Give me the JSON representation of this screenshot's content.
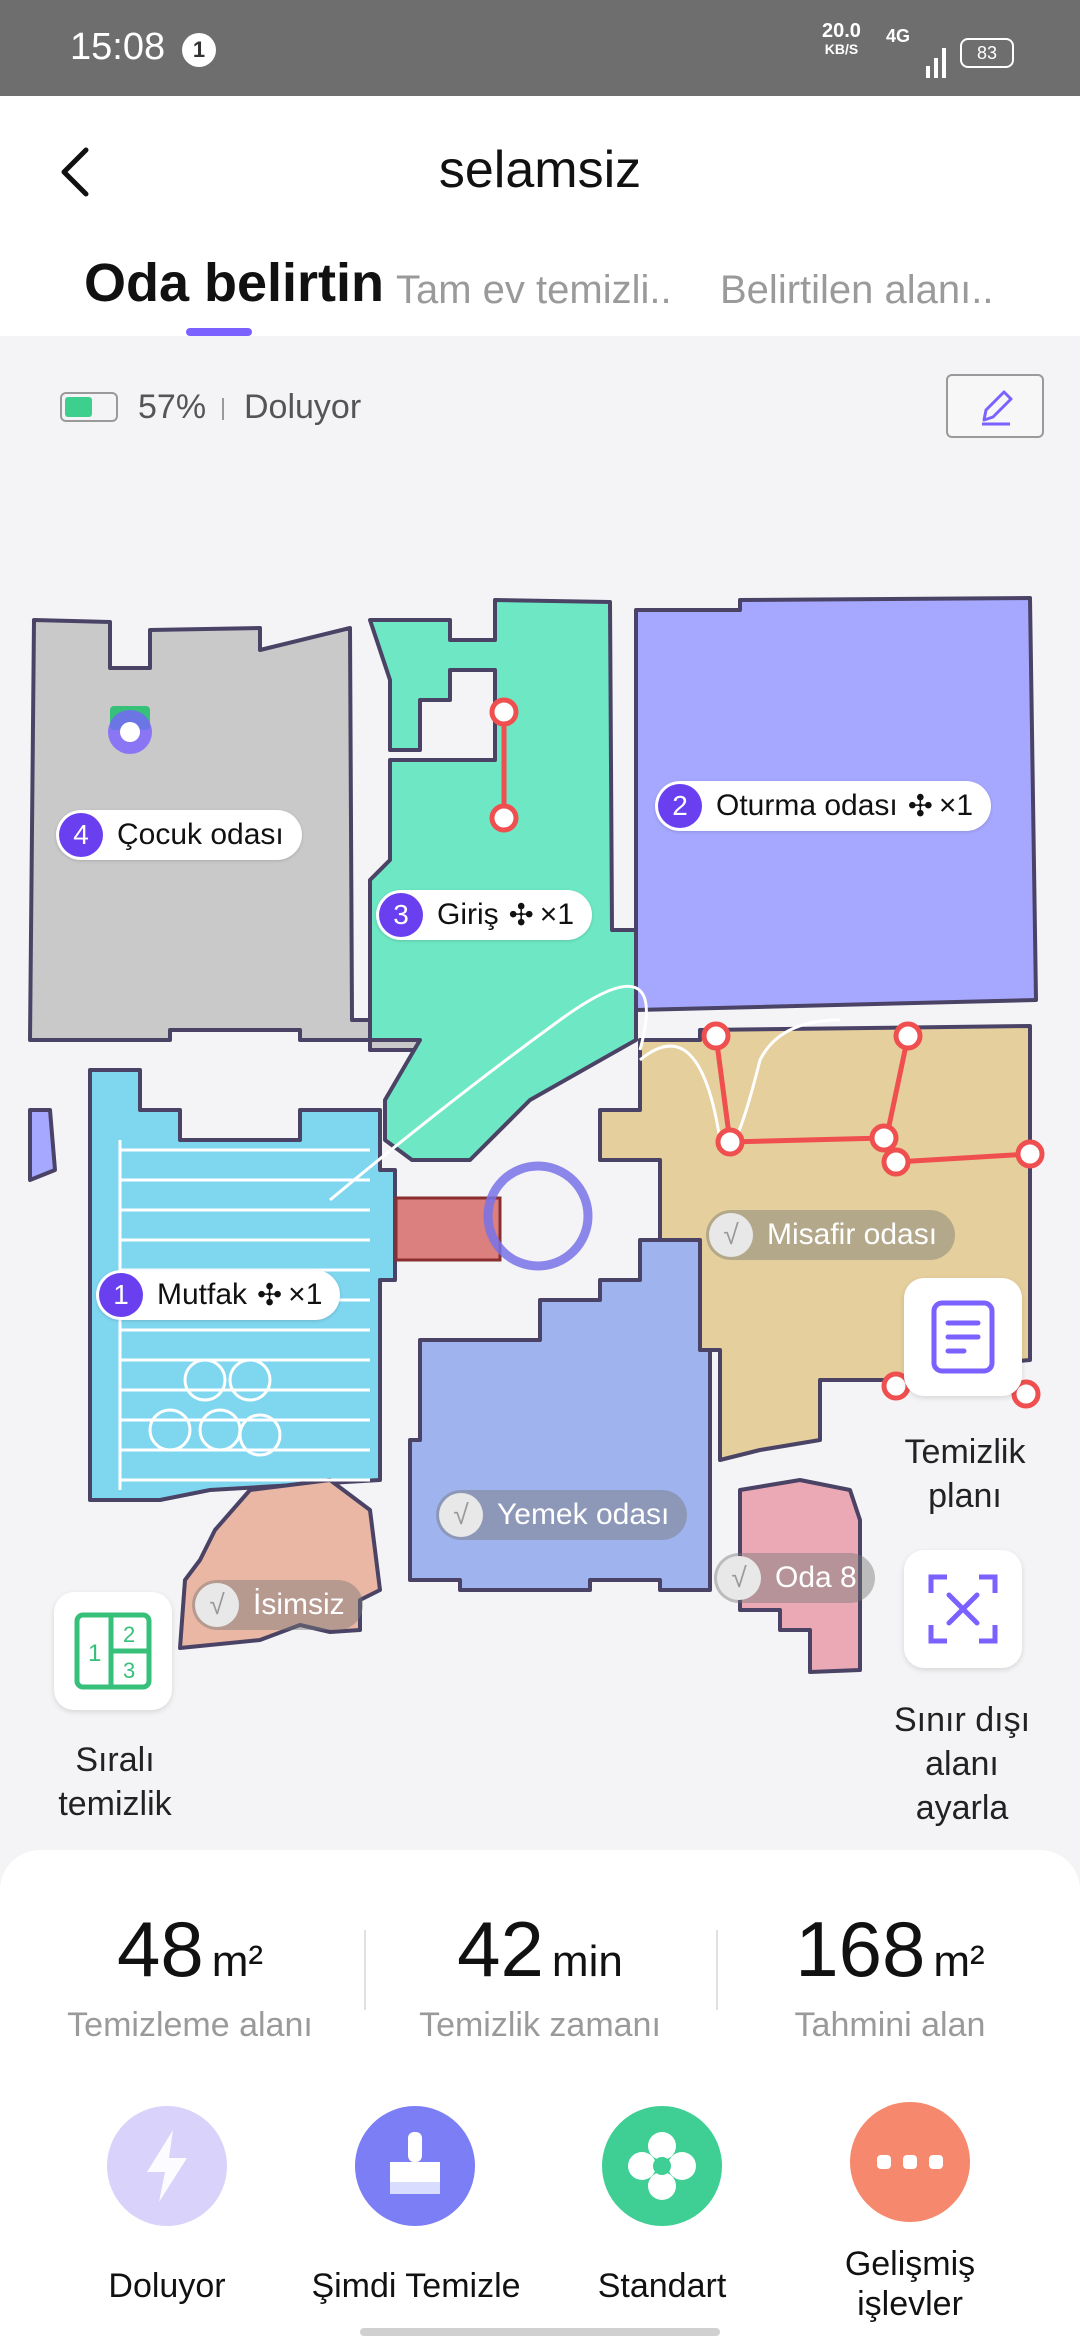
{
  "status_bar": {
    "time": "15:08",
    "notif_count": "1",
    "speed_value": "20.0",
    "speed_unit": "KB/S",
    "network": "4G",
    "battery": "83"
  },
  "header": {
    "title": "selamsiz"
  },
  "tabs": [
    {
      "label": "Oda belirtin",
      "active": true
    },
    {
      "label": "Tam ev temizli..",
      "active": false
    },
    {
      "label": "Belirtilen alanı..",
      "active": false
    }
  ],
  "device": {
    "battery_percent": "57%",
    "battery_level": 0.57,
    "status": "Doluyor"
  },
  "map": {
    "rooms": [
      {
        "num": "4",
        "name": "Çocuk odası",
        "fan": "",
        "count": ""
      },
      {
        "num": "2",
        "name": "Oturma odası",
        "fan": "✣",
        "count": "×1"
      },
      {
        "num": "3",
        "name": "Giriş",
        "fan": "✣",
        "count": "×1"
      },
      {
        "num": "1",
        "name": "Mutfak",
        "fan": "✣",
        "count": "×1"
      }
    ],
    "unselected_rooms": [
      {
        "check": "√",
        "name": "Misafir odası"
      },
      {
        "check": "√",
        "name": "Yemek odası"
      },
      {
        "check": "√",
        "name": "İsimsiz"
      },
      {
        "check": "√",
        "name": "Oda 8"
      }
    ],
    "colors": {
      "gray": "#c9c9c9",
      "teal": "#6ee8c4",
      "purple": "#a6a8ff",
      "tan": "#e5cf9c",
      "cyan": "#7fd6ef",
      "blue": "#9fb3ee",
      "salmon": "#e9b7a4",
      "pink": "#eaa9b4",
      "wall": "#4a4366",
      "divider": "#ef4f4f"
    }
  },
  "side_buttons": {
    "cleaning_plan": "Temizlik planı",
    "no_go_zone": "Sınır dışı alanı ayarla",
    "sequential": "Sıralı temizlik"
  },
  "stats": [
    {
      "value": "48",
      "unit": "m²",
      "label": "Temizleme alanı"
    },
    {
      "value": "42",
      "unit": "min",
      "label": "Temizlik zamanı"
    },
    {
      "value": "168",
      "unit": "m²",
      "label": "Tahmini alan"
    }
  ],
  "actions": [
    {
      "label": "Doluyor",
      "color": "#d9d2fb"
    },
    {
      "label": "Şimdi Temizle",
      "color": "#7b7ef5"
    },
    {
      "label": "Standart",
      "color": "#3fcf94"
    },
    {
      "label": "Gelişmiş işlevler",
      "color": "#f6896d"
    }
  ]
}
